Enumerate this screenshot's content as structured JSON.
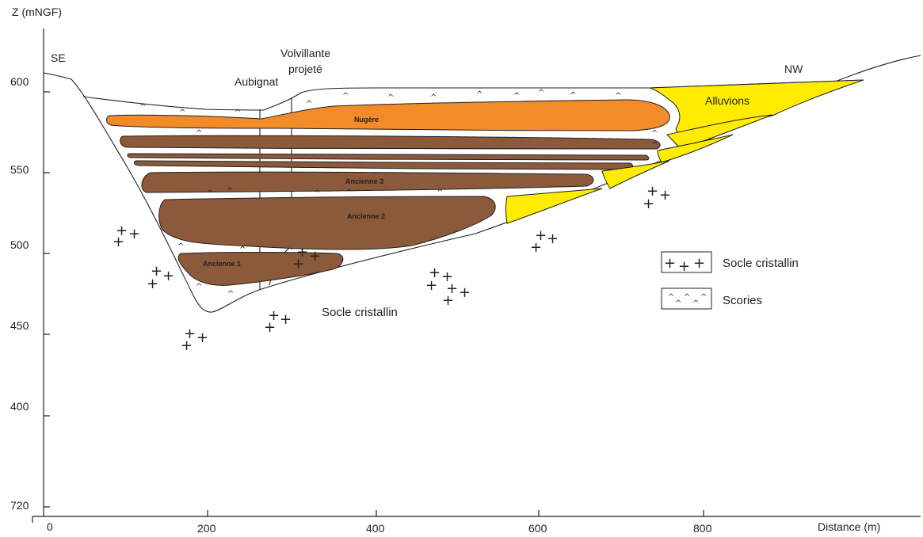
{
  "axes": {
    "y_label": "Z (mNGF)",
    "x_label": "Distance (m)",
    "y_ticks": [
      "600",
      "550",
      "500",
      "450",
      "400",
      "720"
    ],
    "x_ticks": [
      "0",
      "200",
      "400",
      "600",
      "800"
    ]
  },
  "orientation": {
    "left": "SE",
    "right": "NW"
  },
  "boreholes": {
    "aubignat": "Aubignat",
    "volvillante_1": "Volvillante",
    "volvillante_2": "projeté"
  },
  "units": {
    "nugere": "Nugère",
    "ancienne3": "Ancienne 3",
    "ancienne2": "Ancienne 2",
    "ancienne1": "Ancienne 1",
    "alluvions": "Alluvions",
    "socle": "Socle cristallin"
  },
  "legend": {
    "socle": "Socle cristallin",
    "scories": "Scories"
  },
  "colors": {
    "nugere": "#f28c28",
    "anciennes": "#8b5a3a",
    "alluvions": "#ffec00",
    "outline": "#231f20"
  }
}
